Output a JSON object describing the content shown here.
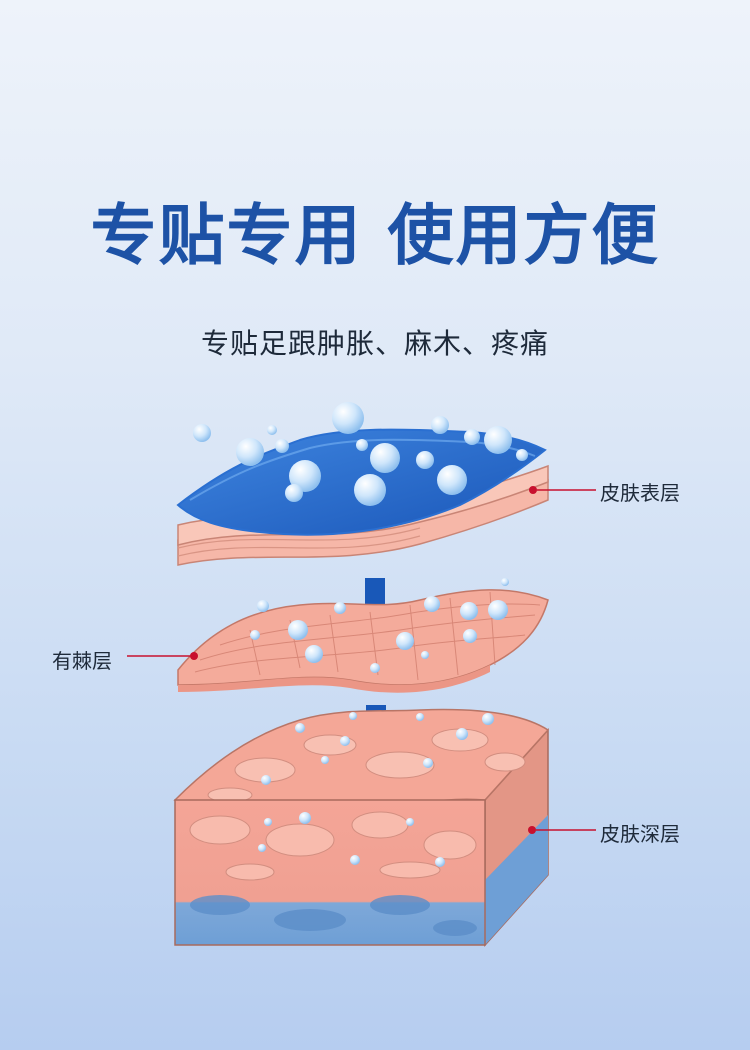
{
  "heading": {
    "title": "专贴专用 使用方便",
    "subtitle": "专贴足跟肿胀、麻木、疼痛"
  },
  "layers": {
    "top": "皮肤表层",
    "middle": "有棘层",
    "deep": "皮肤深层"
  },
  "colors": {
    "title": "#1d52a6",
    "marker": "#c8102e",
    "gel": "#1f63c6",
    "skin": "#f3a99b",
    "arrow": "#1958b8"
  }
}
